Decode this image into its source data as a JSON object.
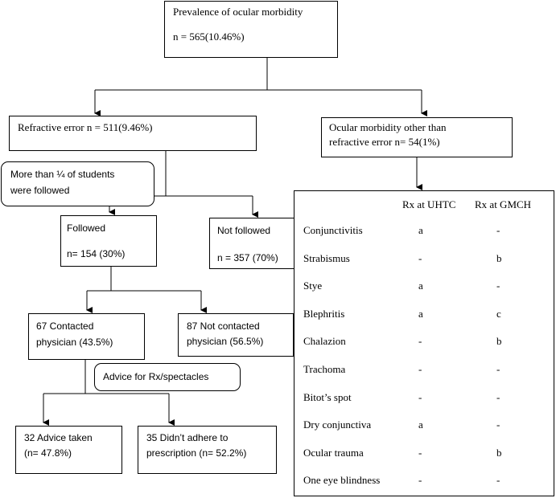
{
  "top": {
    "line1": "Prevalence of ocular morbidity",
    "line2": "n = 565(10.46%)"
  },
  "refractive": {
    "label": "Refractive error n = 511(9.46%)"
  },
  "other": {
    "line1": "Ocular morbidity other than",
    "line2": "refractive error n= 54(1%)"
  },
  "note": {
    "line1": "More than ¼ of students",
    "line2": "were followed"
  },
  "followed": {
    "line1": "Followed",
    "line2": "n= 154 (30%)"
  },
  "not_followed": {
    "line1": "Not followed",
    "line2": "n = 357 (70%)"
  },
  "contacted": {
    "line1": "67 Contacted",
    "line2": "physician (43.5%)"
  },
  "not_contacted": {
    "line1": "87 Not contacted",
    "line2": "physician (56.5%)"
  },
  "advice_note": {
    "label": "Advice for Rx/spectacles"
  },
  "advice_taken": {
    "line1": "32 Advice taken",
    "line2": "(n= 47.8%)"
  },
  "not_adhere": {
    "line1": "35 Didn’t adhere to",
    "line2": "prescription (n= 52.2%)"
  },
  "table": {
    "headers": [
      "Rx at UHTC",
      "Rx at GMCH"
    ],
    "rows": [
      {
        "condition": "Conjunctivitis",
        "uhtc": "a",
        "gmch": "-"
      },
      {
        "condition": "Strabismus",
        "uhtc": "-",
        "gmch": "b"
      },
      {
        "condition": "Stye",
        "uhtc": "a",
        "gmch": "-"
      },
      {
        "condition": "Blephritis",
        "uhtc": "a",
        "gmch": "c"
      },
      {
        "condition": "Chalazion",
        "uhtc": "-",
        "gmch": "b"
      },
      {
        "condition": "Trachoma",
        "uhtc": "-",
        "gmch": "-"
      },
      {
        "condition": "Bitot’s spot",
        "uhtc": "-",
        "gmch": "-"
      },
      {
        "condition": "Dry conjunctiva",
        "uhtc": "a",
        "gmch": "-"
      },
      {
        "condition": "Ocular trauma",
        "uhtc": "-",
        "gmch": "b"
      },
      {
        "condition": "One eye blindness",
        "uhtc": "-",
        "gmch": "-"
      }
    ]
  }
}
